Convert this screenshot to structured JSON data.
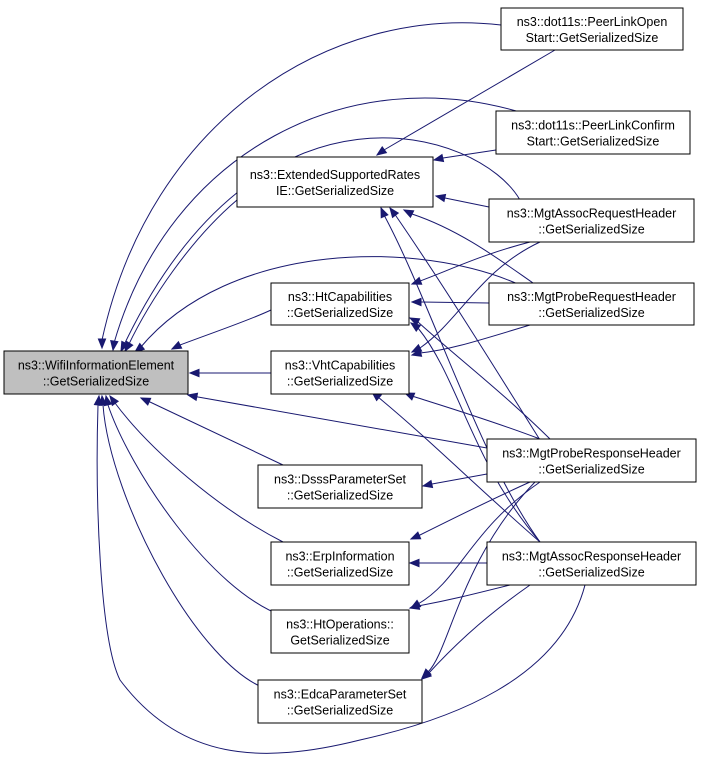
{
  "nodes": {
    "wifi": {
      "line1": "ns3::WifiInformationElement",
      "line2": "::GetSerializedSize"
    },
    "ext": {
      "line1": "ns3::ExtendedSupportedRates",
      "line2": "IE::GetSerializedSize"
    },
    "htcap": {
      "line1": "ns3::HtCapabilities",
      "line2": "::GetSerializedSize"
    },
    "vhtcap": {
      "line1": "ns3::VhtCapabilities",
      "line2": "::GetSerializedSize"
    },
    "dsss": {
      "line1": "ns3::DsssParameterSet",
      "line2": "::GetSerializedSize"
    },
    "erp": {
      "line1": "ns3::ErpInformation",
      "line2": "::GetSerializedSize"
    },
    "htop": {
      "line1": "ns3::HtOperations::",
      "line2": "GetSerializedSize"
    },
    "edca": {
      "line1": "ns3::EdcaParameterSet",
      "line2": "::GetSerializedSize"
    },
    "plopen": {
      "line1": "ns3::dot11s::PeerLinkOpen",
      "line2": "Start::GetSerializedSize"
    },
    "plconf": {
      "line1": "ns3::dot11s::PeerLinkConfirm",
      "line2": "Start::GetSerializedSize"
    },
    "assocreq": {
      "line1": "ns3::MgtAssocRequestHeader",
      "line2": "::GetSerializedSize"
    },
    "probereq": {
      "line1": "ns3::MgtProbeRequestHeader",
      "line2": "::GetSerializedSize"
    },
    "proberesp": {
      "line1": "ns3::MgtProbeResponseHeader",
      "line2": "::GetSerializedSize"
    },
    "assocresp": {
      "line1": "ns3::MgtAssocResponseHeader",
      "line2": "::GetSerializedSize"
    }
  }
}
